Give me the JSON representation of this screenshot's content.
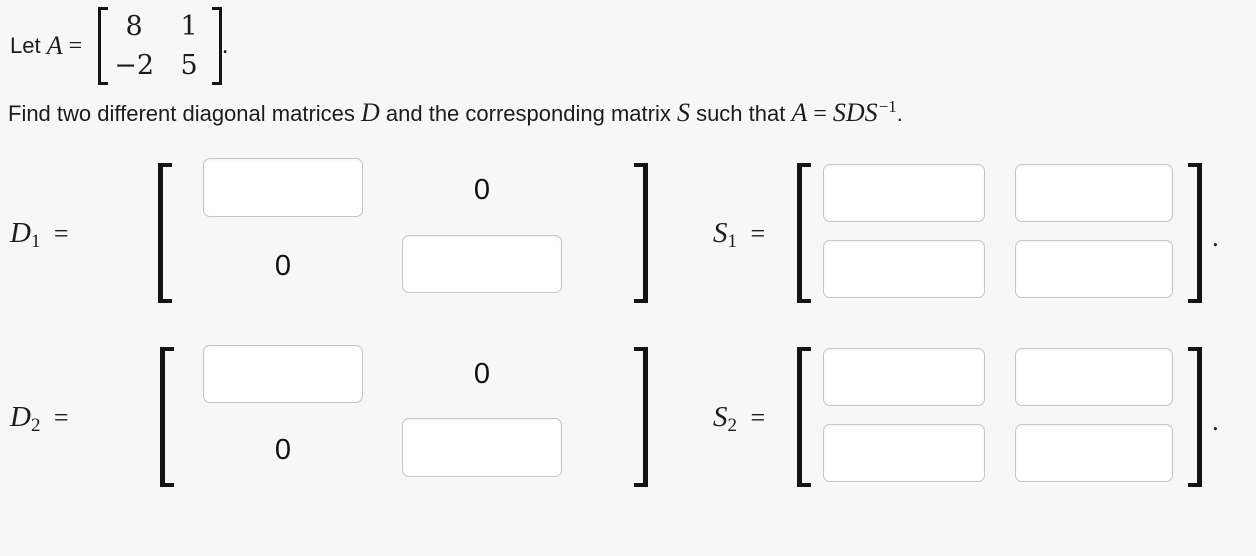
{
  "colors": {
    "background": "#f7f7f7",
    "box_border": "#c5c5c5",
    "text": "#1c1c1c",
    "bracket": "#141414"
  },
  "intro": {
    "prefix": "Let ",
    "variable": "A",
    "equals": " =",
    "matrix_a": {
      "r1c1": "8",
      "r1c2": "1",
      "r2c1": "−2",
      "r2c2": "5"
    },
    "period": "."
  },
  "task": {
    "text_1": "Find two different diagonal matrices ",
    "var_d": "D",
    "text_2": " and the corresponding matrix ",
    "var_s": "S",
    "text_3": " such that ",
    "eq_lhs": "A",
    "eq_sign": " = ",
    "eq_rhs": "SDS",
    "eq_sup": "−1",
    "period": "."
  },
  "matrices": {
    "d1": {
      "label": "D",
      "sub": "1",
      "equals": "=",
      "zero_top_right": "0",
      "zero_bottom_left": "0"
    },
    "s1": {
      "label": "S",
      "sub": "1",
      "equals": "=",
      "period": "."
    },
    "d2": {
      "label": "D",
      "sub": "2",
      "equals": "=",
      "zero_top_right": "0",
      "zero_bottom_left": "0"
    },
    "s2": {
      "label": "S",
      "sub": "2",
      "equals": "=",
      "period": "."
    }
  }
}
